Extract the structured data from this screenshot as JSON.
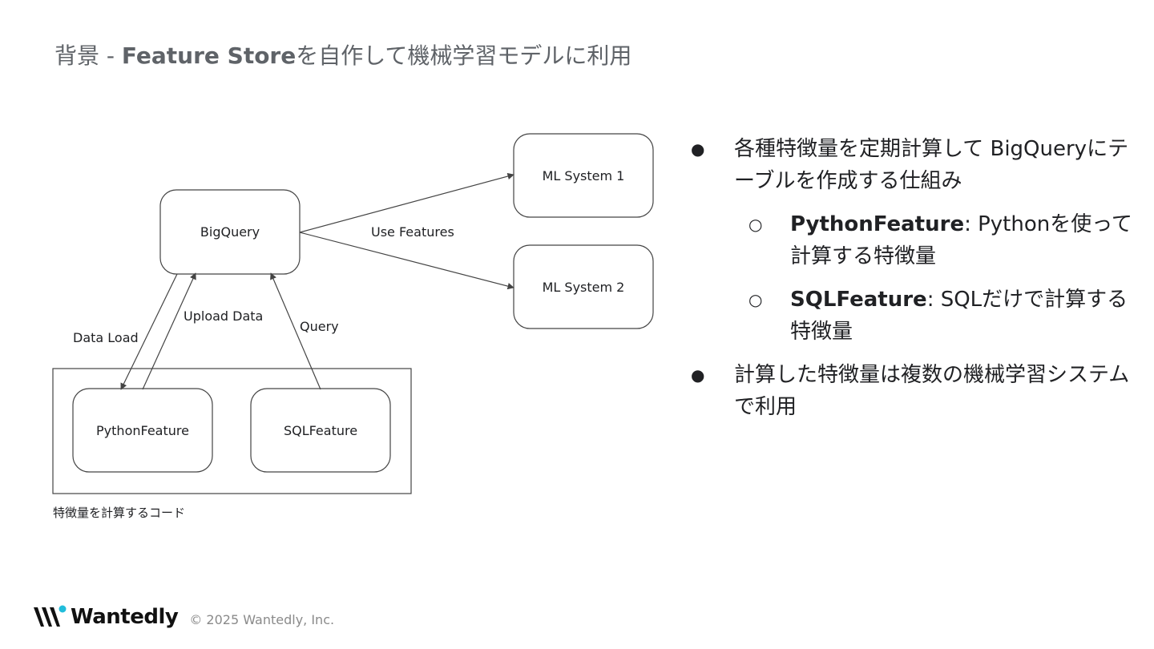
{
  "slide": {
    "title_prefix": "背景 - ",
    "title_bold": "Feature Store",
    "title_suffix": "を自作して機械学習モデルに利用"
  },
  "diagram": {
    "nodes": {
      "bigquery": "BigQuery",
      "ml1": "ML System 1",
      "ml2": "ML System 2",
      "python_feature": "PythonFeature",
      "sql_feature": "SQLFeature"
    },
    "edges": {
      "use_features": "Use Features",
      "data_load": "Data Load",
      "upload_data": "Upload Data",
      "query": "Query"
    },
    "group_caption": "特徴量を計算するコード"
  },
  "bullets": {
    "item1": "各種特徴量を定期計算して BigQueryにテーブルを作成する仕組み",
    "sub1_bold": "PythonFeature",
    "sub1_text": ": Pythonを使って計算する特徴量",
    "sub2_bold": "SQLFeature",
    "sub2_text": ": SQLだけで計算する特徴量",
    "item2": "計算した特徴量は複数の機械学習システムで利用"
  },
  "footer": {
    "brand": "Wantedly",
    "copyright": "© 2025 Wantedly, Inc."
  },
  "colors": {
    "title": "#5f6368",
    "logo_accent": "#21bddb"
  }
}
